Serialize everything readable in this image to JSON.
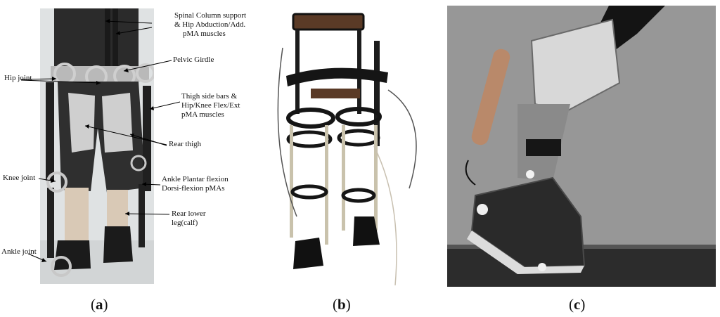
{
  "figure": {
    "panels": [
      {
        "id": "a",
        "label_open": "(",
        "label_letter": "a",
        "label_close": ")"
      },
      {
        "id": "b",
        "label_open": "(",
        "label_letter": "b",
        "label_close": ")"
      },
      {
        "id": "c",
        "label_open": "(",
        "label_letter": "c",
        "label_close": ")"
      }
    ],
    "annotations_a": {
      "spinal_line1": "Spinal Column support",
      "spinal_line2": "& Hip Abduction/Add.",
      "spinal_line3": "pMA muscles",
      "pelvic": "Pelvic Girdle",
      "hip": "Hip joint",
      "thigh_line1": "Thigh side bars &",
      "thigh_line2": "Hip/Knee Flex/Ext",
      "thigh_line3": "pMA muscles",
      "rear_thigh": "Rear thigh",
      "knee": "Knee joint",
      "ankle_pmas_line1": "Ankle Plantar flexion",
      "ankle_pmas_line2": "Dorsi-flexion pMAs",
      "rear_lower_line1": "Rear lower",
      "rear_lower_line2": "leg(calf)",
      "ankle": "Ankle joint"
    }
  },
  "colors": {
    "background": "#ffffff",
    "photo_a_wall": "#dfe2e3",
    "photo_c_bg": "#8e8e8e",
    "annotation_arrow": "#000000"
  }
}
